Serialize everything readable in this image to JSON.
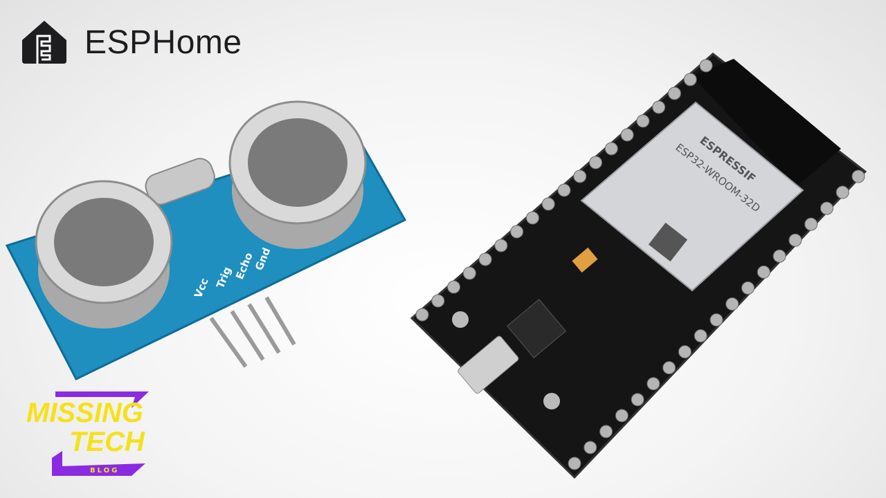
{
  "brand": {
    "name": "ESPHome",
    "icon": "esphome-house-icon",
    "color": "#1d1d1f"
  },
  "sensor": {
    "pin_labels": [
      "Vcc",
      "Trig",
      "Echo",
      "Gnd"
    ],
    "pcb_color": "#1e8fbf"
  },
  "board": {
    "module_brand": "ESPRESSIF",
    "module_model": "ESP32-WROOM-32D",
    "pcb_color": "#151515"
  },
  "watermark": {
    "line1": "MISSING",
    "line2": "TECH",
    "line3": "BLOG",
    "text_color": "#f5e11a",
    "accent_color": "#8a2be2"
  }
}
